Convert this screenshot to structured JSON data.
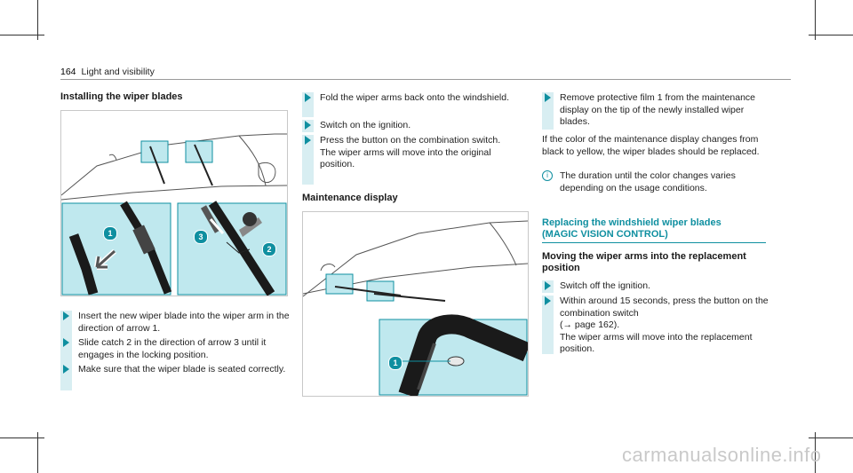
{
  "header": {
    "page_number": "164",
    "section": "Light and visibility"
  },
  "left": {
    "heading": "Installing the wiper blades",
    "figure_callouts": [
      "1",
      "2",
      "3"
    ],
    "steps": [
      "Insert the new wiper blade into the wiper arm in the direction of arrow 1.",
      "Slide catch 2 in the direction of arrow 3 until it engages in the locking position.",
      "Make sure that the wiper blade is seated correctly."
    ]
  },
  "middle": {
    "steps": [
      "Fold the wiper arms back onto the windshield.",
      "Switch on the ignition.",
      "Press the button on the combination switch.\nThe wiper arms will move into the original position."
    ],
    "heading": "Maintenance display",
    "figure_callouts": [
      "1"
    ]
  },
  "right": {
    "step1": "Remove protective film 1 from the maintenance display on the tip of the newly installed wiper blades.",
    "para": "If the color of the maintenance display changes from black to yellow, the wiper blades should be replaced.",
    "note": "The duration until the color changes varies depending on the usage conditions.",
    "section_heading_1": "Replacing the windshield wiper blades",
    "section_heading_2": "(MAGIC VISION CONTROL)",
    "sub_heading_1": "Moving the wiper arms into the replacement",
    "sub_heading_2": "position",
    "steps": [
      "Switch off the ignition.",
      "Within around 15 seconds, press the button on the combination switch\n(→ page 162).\nThe wiper arms will move into the replacement position."
    ]
  },
  "watermark": "carmanualsonline.info",
  "colors": {
    "accent": "#0f8fa0",
    "panel": "#bfe8ee"
  }
}
